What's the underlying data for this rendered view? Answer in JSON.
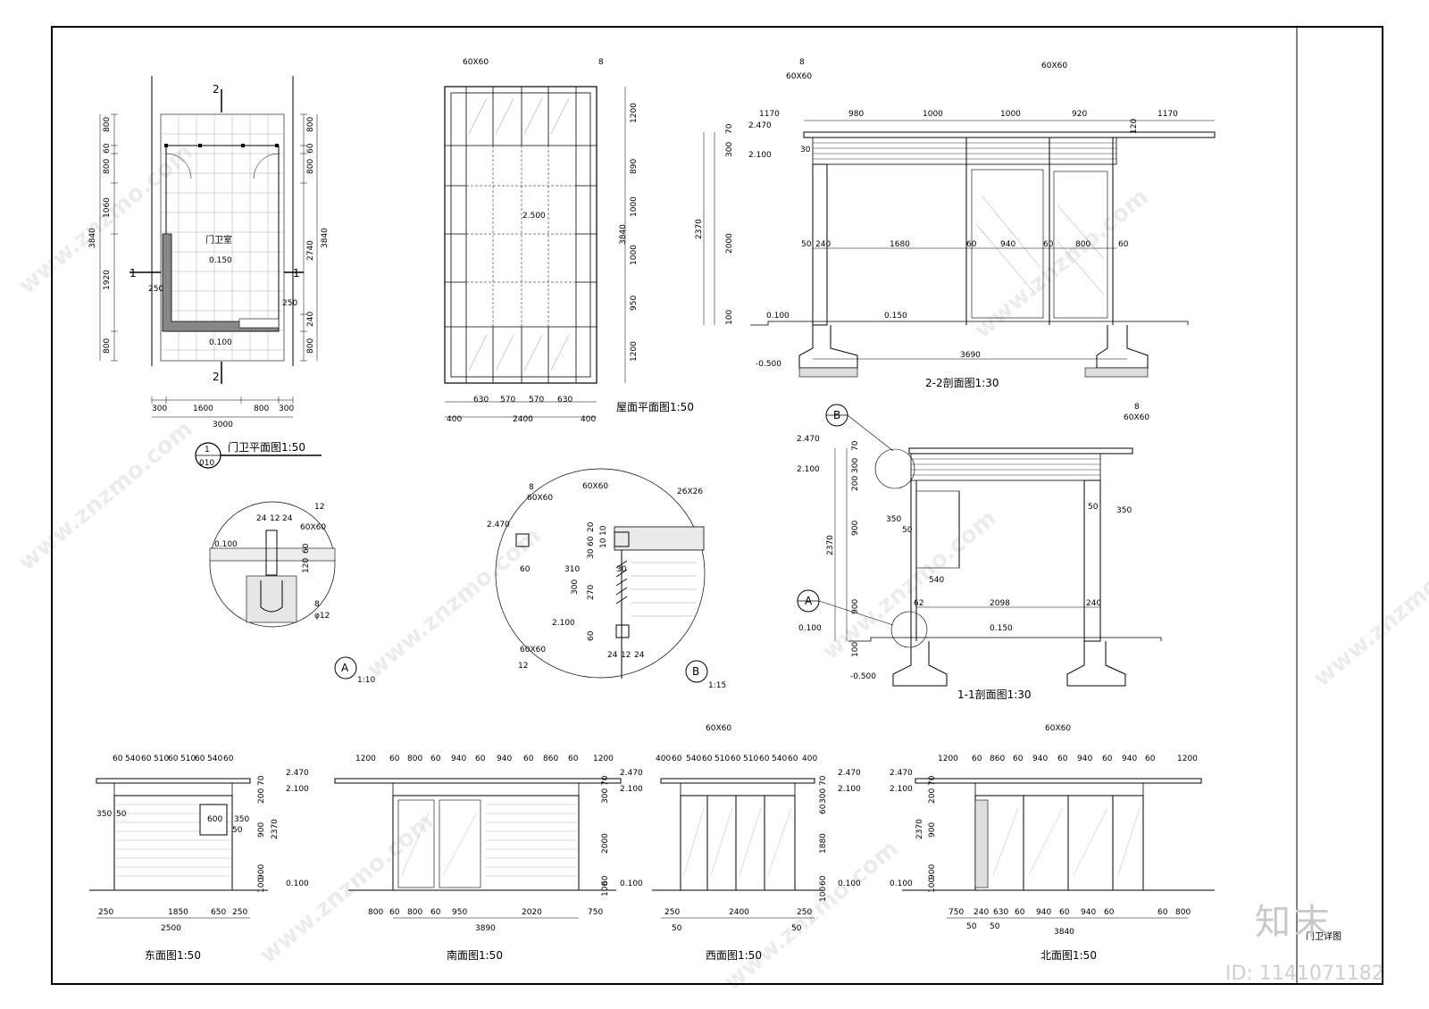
{
  "plan": {
    "title": "门卫平面图1:50",
    "room": "门卫室",
    "elev_room": "0.150",
    "elev_out": "0.100",
    "tag_num": "1",
    "tag_sheet": "010",
    "sec2": "2",
    "sec1": "1",
    "left_dims": [
      "800",
      "60",
      "800",
      "1060",
      "1920",
      "800"
    ],
    "left_total": "3840",
    "right_dims": [
      "800",
      "60",
      "800",
      "2740",
      "240",
      "800"
    ],
    "right_total": "3840",
    "bottom_dims": [
      "300",
      "1600",
      "800",
      "300"
    ],
    "bottom_total": "3000",
    "wall": "250"
  },
  "roof": {
    "title": "屋面平面图1:50",
    "top_a": "60X60",
    "top_b": "8",
    "elev": "2.500",
    "right_dims": [
      "1200",
      "890",
      "1000",
      "1000",
      "950",
      "1200"
    ],
    "right_total": "3840",
    "bottom_dims": [
      "630",
      "570",
      "570",
      "630"
    ],
    "bottom_outer": [
      "400",
      "2400",
      "400"
    ]
  },
  "sec22": {
    "title": "2-2剖面图1:30",
    "top_dims": [
      "1170",
      "980",
      "1000",
      "1000",
      "920",
      "1170"
    ],
    "mid_dims": [
      "50",
      "240",
      "1680",
      "60",
      "940",
      "60",
      "800",
      "60"
    ],
    "left_dims": [
      "70",
      "300",
      "2000",
      "100"
    ],
    "left_total": "2370",
    "right": "120",
    "e1": "2.470",
    "e2": "2.100",
    "e3": "0.150",
    "e4": "0.100",
    "e5": "-0.500",
    "base": "3690",
    "n30": "30",
    "lbl_a": "8",
    "lbl_b": "60X60",
    "lbl_c": "60X60"
  },
  "sec11": {
    "title": "1-1剖面图1:30",
    "markB": "B",
    "markA": "A",
    "left_dims": [
      "70",
      "300",
      "200",
      "900",
      "900",
      "100"
    ],
    "left_total": "2370",
    "d350a": "350",
    "d50a": "50",
    "d50b": "50",
    "d350b": "350",
    "d540": "540",
    "d62": "62",
    "d2098": "2098",
    "d240": "240",
    "e1": "2.470",
    "e2": "2.100",
    "e3": "0.150",
    "e4": "0.100",
    "e5": "-0.500",
    "lbl_a": "8",
    "lbl_b": "60X60"
  },
  "detA": {
    "label": "A",
    "scale": "1:10",
    "d": [
      "24",
      "12",
      "24"
    ],
    "d60": "60",
    "d120": "120",
    "e": "0.100",
    "t1": "12",
    "t2": "60X60",
    "t3": "8",
    "t4": "φ12"
  },
  "detB": {
    "label": "B",
    "scale": "1:15",
    "t1": "8",
    "t2": "60X60",
    "t3": "60X60",
    "t4": "26X26",
    "t5": "60X60",
    "t6": "12",
    "e1": "2.470",
    "e2": "2.100",
    "d": [
      "20",
      "10",
      "60",
      "30",
      "10",
      "60",
      "310",
      "30",
      "300",
      "270",
      "60"
    ],
    "b": [
      "24",
      "12",
      "24"
    ]
  },
  "east": {
    "title": "东面图1:50",
    "top": [
      "60",
      "540",
      "60",
      "510",
      "60",
      "510",
      "60",
      "540",
      "60"
    ],
    "bottom": [
      "250",
      "1850",
      "650",
      "250"
    ],
    "bottom_total": "2500",
    "right": [
      "70",
      "200",
      "900",
      "900",
      "100"
    ],
    "total": "2370",
    "d350": "350",
    "d50": "50",
    "d600": "600",
    "d350b": "350",
    "d50b": "50",
    "e1": "2.470",
    "e2": "2.100",
    "e3": "0.100"
  },
  "south": {
    "title": "南面图1:50",
    "top": [
      "1200",
      "60",
      "800",
      "60",
      "940",
      "60",
      "940",
      "60",
      "860",
      "60",
      "1200"
    ],
    "bottom": [
      "800",
      "60",
      "800",
      "60",
      "950",
      "2020",
      "750"
    ],
    "bottom_total": "3890",
    "right": [
      "70",
      "300",
      "2000",
      "60",
      "100"
    ],
    "e1": "2.470",
    "e2": "2.100",
    "e3": "0.100"
  },
  "west": {
    "title": "西面图1:50",
    "top": [
      "400",
      "60",
      "540",
      "60",
      "510",
      "60",
      "510",
      "60",
      "540",
      "60",
      "400"
    ],
    "top_lbl": "60X60",
    "bottom": [
      "250",
      "2400",
      "250"
    ],
    "b50": [
      "50",
      "50"
    ],
    "right": [
      "70",
      "300",
      "60",
      "1880",
      "60",
      "100"
    ],
    "e1": "2.470",
    "e2": "2.100",
    "e3": "0.100"
  },
  "north": {
    "title": "北面图1:50",
    "top": [
      "1200",
      "60",
      "860",
      "60",
      "940",
      "60",
      "940",
      "60",
      "940",
      "60",
      "1200"
    ],
    "top_lbl": "60X60",
    "bottom": [
      "750",
      "240",
      "630",
      "60",
      "940",
      "60",
      "940",
      "60",
      "60",
      "800"
    ],
    "b50": [
      "50",
      "50"
    ],
    "bottom_total": "3840",
    "left": [
      "70",
      "200",
      "900",
      "900",
      "100"
    ],
    "total": "2370",
    "e1": "2.470",
    "e2": "2.100",
    "e3": "0.100"
  },
  "watermark": "www.znzmo.com",
  "brand": "知末",
  "sheet_name": "门卫详图",
  "id_text": "ID: 1141071182"
}
